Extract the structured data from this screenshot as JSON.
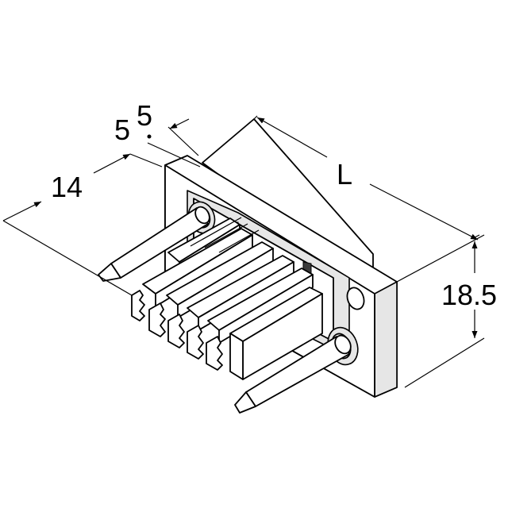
{
  "dimensions": {
    "width_label": "14",
    "pitch_label_a": "5",
    "pitch_label_b": "5",
    "length_label": "L",
    "height_label": "18.5"
  }
}
